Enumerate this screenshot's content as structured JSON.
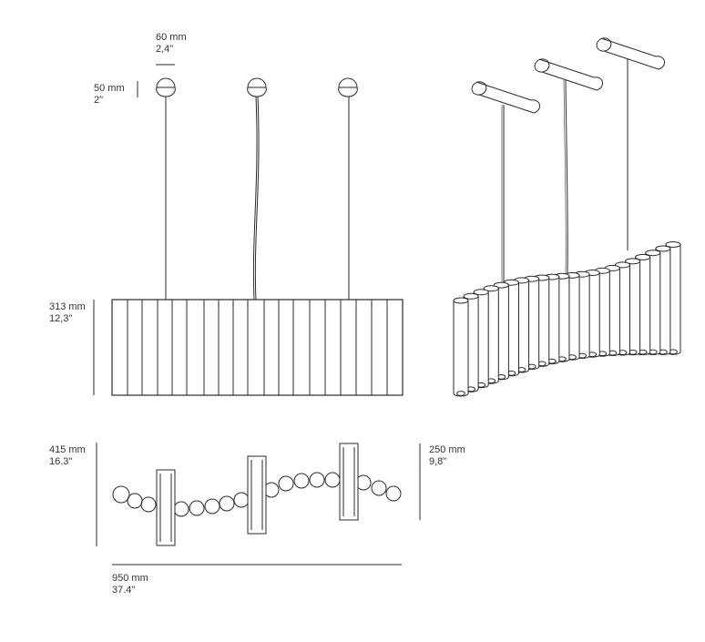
{
  "colors": {
    "stroke": "#2a2a2a",
    "background": "#ffffff"
  },
  "dimensions": {
    "canopy_width": {
      "mm": "60 mm",
      "inch": "2,4\""
    },
    "canopy_height": {
      "mm": "50 mm",
      "inch": "2\""
    },
    "shade_height": {
      "mm": "313 mm",
      "inch": "12,3\""
    },
    "total_depth": {
      "mm": "415 mm",
      "inch": "16.3\""
    },
    "canopy_length": {
      "mm": "250 mm",
      "inch": "9,8\""
    },
    "total_width": {
      "mm": "950 mm",
      "inch": "37.4\""
    }
  }
}
